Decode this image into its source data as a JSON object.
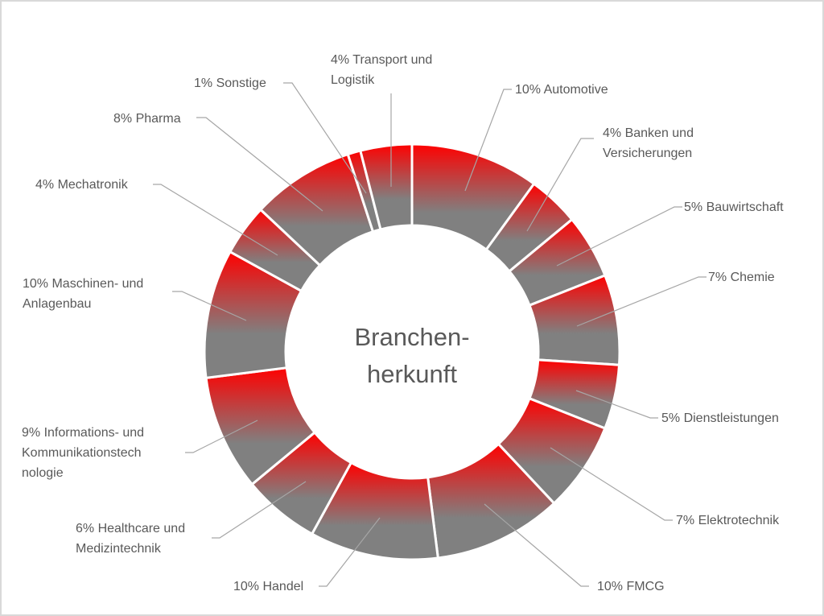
{
  "chart_data": {
    "type": "pie",
    "variant": "doughnut",
    "title": "Branchen-herkunft",
    "center_text": [
      "Branchen-",
      "herkunft"
    ],
    "unit": "%",
    "start_angle": "12 o'clock, clockwise",
    "categories": [
      "Automotive",
      "Banken und Versicherungen",
      "Bauwirtschaft",
      "Chemie",
      "Dienstleistungen",
      "Elektrotechnik",
      "FMCG",
      "Handel",
      "Healthcare und Medizintechnik",
      "Informations- und Kommunikationstechnologie",
      "Maschinen- und Anlagenbau",
      "Mechatronik",
      "Pharma",
      "Sonstige",
      "Transport und Logistik"
    ],
    "values": [
      10,
      4,
      5,
      7,
      5,
      7,
      10,
      10,
      6,
      9,
      10,
      4,
      8,
      1,
      4
    ],
    "legend": "none (data labels with leader lines)",
    "colors": {
      "gradient_top": "#ff0000",
      "gradient_bottom": "#808080",
      "separator": "#ffffff",
      "leader": "#a6a6a6",
      "text": "#595959",
      "frame": "#d9d9d9"
    }
  },
  "labels": [
    {
      "line1": "10% Automotive",
      "line2": ""
    },
    {
      "line1": "4% Banken und",
      "line2": "Versicherungen"
    },
    {
      "line1": "5% Bauwirtschaft",
      "line2": ""
    },
    {
      "line1": "7% Chemie",
      "line2": ""
    },
    {
      "line1": "5% Dienstleistungen",
      "line2": ""
    },
    {
      "line1": "7% Elektrotechnik",
      "line2": ""
    },
    {
      "line1": "10% FMCG",
      "line2": ""
    },
    {
      "line1": "10% Handel",
      "line2": ""
    },
    {
      "line1": "6% Healthcare und",
      "line2": "Medizintechnik"
    },
    {
      "line1": "9% Informations- und",
      "line2": "Kommunikationstech",
      "line3": "nologie"
    },
    {
      "line1": "10% Maschinen- und",
      "line2": "Anlagenbau"
    },
    {
      "line1": "4% Mechatronik",
      "line2": ""
    },
    {
      "line1": "8% Pharma",
      "line2": ""
    },
    {
      "line1": "1% Sonstige",
      "line2": ""
    },
    {
      "line1": "4% Transport und",
      "line2": "Logistik"
    }
  ]
}
